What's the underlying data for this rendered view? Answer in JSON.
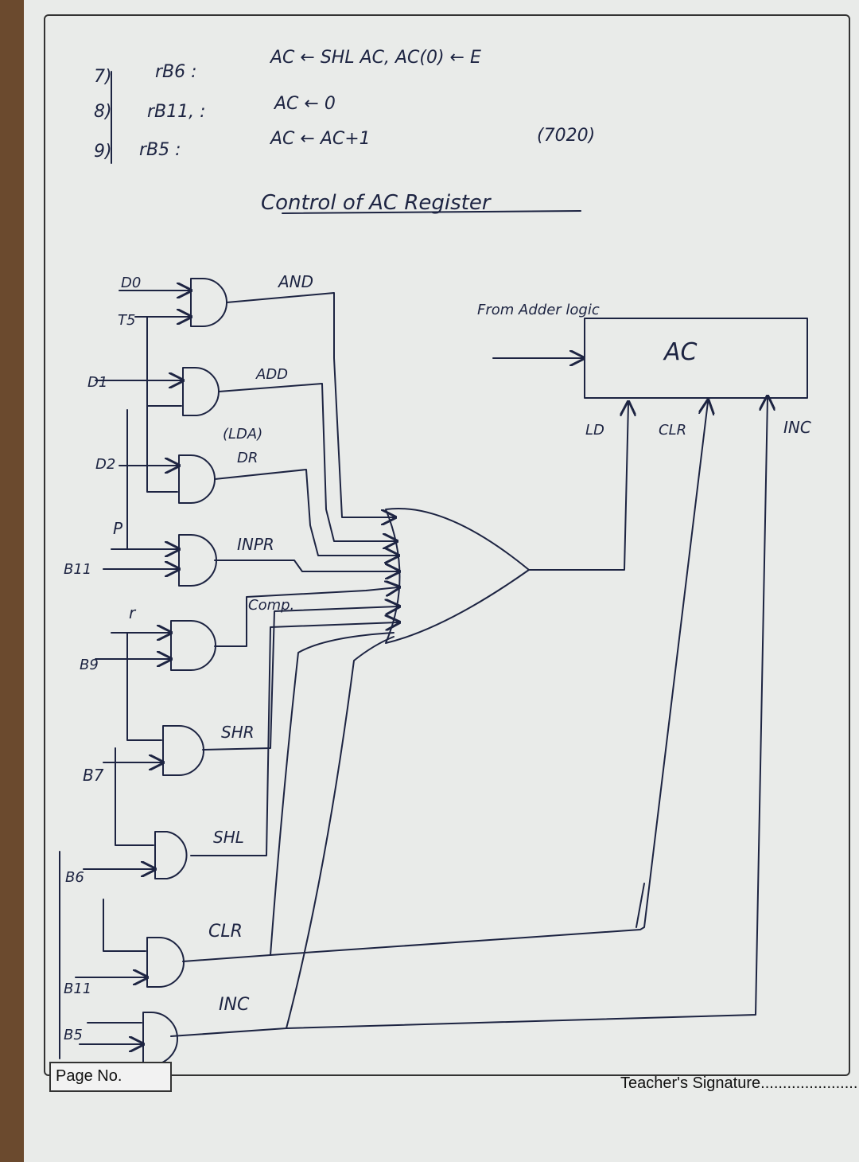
{
  "notes": {
    "line7": {
      "num": "7)",
      "cond": "rB6 :",
      "op": "AC ← SHL AC, AC(0) ← E"
    },
    "line8": {
      "num": "8)",
      "cond": "rB11, :",
      "op": "AC ← 0"
    },
    "line9": {
      "num": "9)",
      "cond": "rB5 :",
      "op": "AC ← AC+1"
    },
    "ref": "(7020)"
  },
  "title": "Control of AC Register",
  "gates": {
    "and_label": "AND",
    "add_label": "ADD",
    "lda_label": "(LDA)",
    "dr_label": "DR",
    "inpr_label": "INPR",
    "comp_label": "Comp.",
    "shr_label": "SHR",
    "shl_label": "SHL",
    "clr_label": "CLR",
    "inc_label": "INC"
  },
  "inputs": {
    "d0": "D0",
    "t5": "T5",
    "d1": "D1",
    "d2": "D2",
    "p": "P",
    "b11_top": "B11",
    "r": "r",
    "b9": "B9",
    "b7": "B7",
    "b6": "B6",
    "b11_bottom": "B11",
    "b5": "B5"
  },
  "register": {
    "name": "AC",
    "from": "From Adder logic",
    "ld": "LD",
    "clr": "CLR",
    "inc": "INC"
  },
  "footer": {
    "page_no": "Page No.",
    "teacher": "Teacher's Signature......................"
  }
}
